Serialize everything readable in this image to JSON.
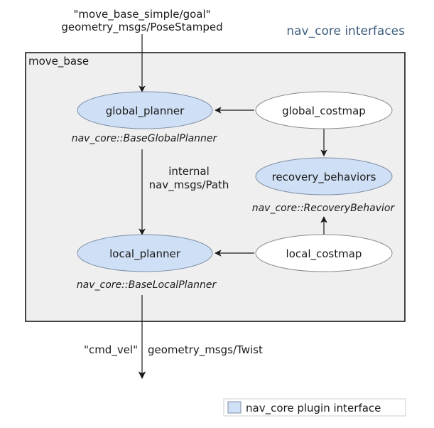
{
  "title": "nav_core interfaces",
  "container_label": "move_base",
  "input_topic": {
    "line1": "\"move_base_simple/goal\"",
    "line2": "geometry_msgs/PoseStamped"
  },
  "nodes": {
    "global_planner": {
      "label": "global_planner",
      "interface": "nav_core::BaseGlobalPlanner"
    },
    "global_costmap": {
      "label": "global_costmap"
    },
    "recovery_behaviors": {
      "label": "recovery_behaviors",
      "interface": "nav_core::RecoveryBehavior"
    },
    "local_planner": {
      "label": "local_planner",
      "interface": "nav_core::BaseLocalPlanner"
    },
    "local_costmap": {
      "label": "local_costmap"
    }
  },
  "internal_edge": {
    "line1": "internal",
    "line2": "nav_msgs/Path"
  },
  "output_topic": {
    "name": "\"cmd_vel\"",
    "type": "geometry_msgs/Twist"
  },
  "legend": {
    "label": "nav_core plugin interface",
    "swatch_color": "#cfdff5"
  },
  "colors": {
    "plugin_fill": "#cfdff5",
    "container_fill": "#efefef",
    "title": "#3f5f7f"
  }
}
